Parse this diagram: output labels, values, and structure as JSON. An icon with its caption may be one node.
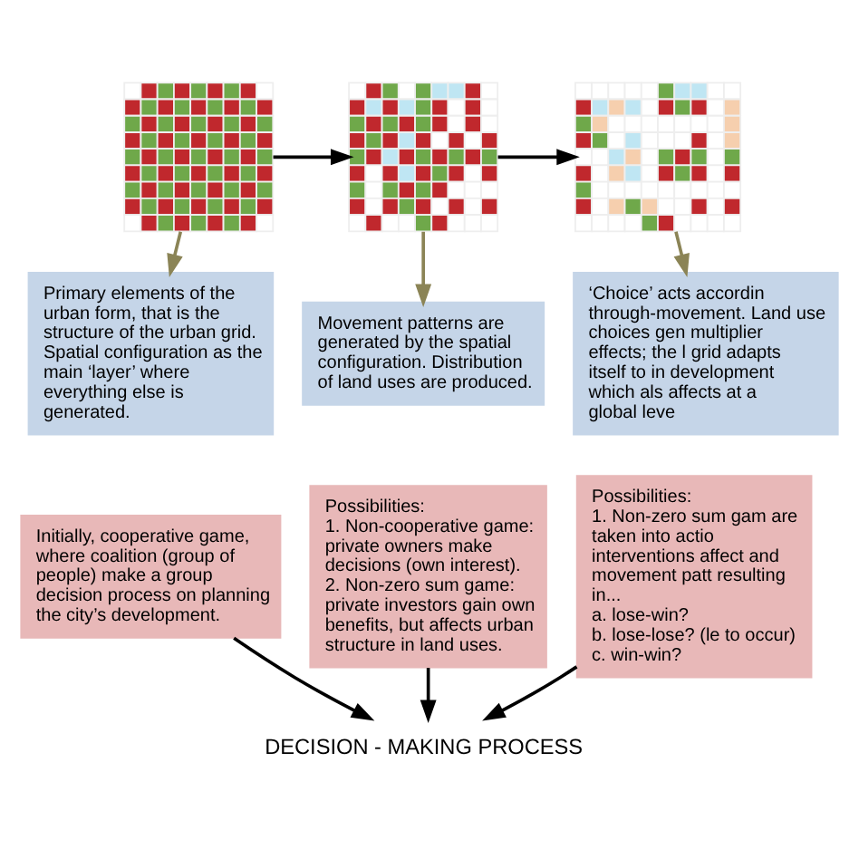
{
  "diagram": {
    "nodes": [
      {
        "text": [],
        "shape": "picture"
      },
      {
        "text": [],
        "shape": "picture"
      },
      {
        "text": [],
        "shape": "picture"
      },
      {
        "text": [
          "Primary elements of the urban form, that is the structure of the urban grid. Spatial configuration as the main ‘layer’ where everything else is generated."
        ]
      },
      {
        "text": [
          "Movement patterns are generated by the spatial configuration. Distribution of land uses are produced."
        ]
      },
      {
        "text": [
          "‘Choice’ acts accordin through-movement. Land use choices gen multiplier effects; the l grid adapts itself to in development which als affects at a global leve"
        ]
      },
      {
        "text": [
          "Initially, cooperative game, where coalition (group of people) make a group decision process on planning the city’s development."
        ]
      },
      {
        "text": [
          "Possibilities:",
          "1. Non-cooperative game: private owners make decisions (own interest).",
          "2. Non-zero sum game: private investors gain own benefits, but affects urban structure in land uses."
        ]
      },
      {
        "text": [
          "Possibilities:",
          "1. Non-zero sum gam are taken into actio interventions affect and movement patt resulting in...",
          "a. lose-win?",
          "b. lose-lose? (le to occur)",
          "c. win-win?"
        ]
      },
      {
        "text": [
          "DECISION - MAKING PROCESS"
        ]
      }
    ],
    "edges": [
      {
        "from": 0,
        "to": 1,
        "arrow": "to"
      },
      {
        "from": 1,
        "to": 2,
        "arrow": "to"
      },
      {
        "from": 0,
        "to": 3,
        "arrow": "to",
        "color": "#8b8456"
      },
      {
        "from": 1,
        "to": 4,
        "arrow": "to",
        "color": "#8b8456"
      },
      {
        "from": 2,
        "to": 5,
        "arrow": "to",
        "color": "#8b8456"
      },
      {
        "from": 6,
        "to": 9,
        "arrow": "to"
      },
      {
        "from": 7,
        "to": 9,
        "arrow": "to"
      },
      {
        "from": 8,
        "to": 9,
        "arrow": "to"
      }
    ]
  }
}
